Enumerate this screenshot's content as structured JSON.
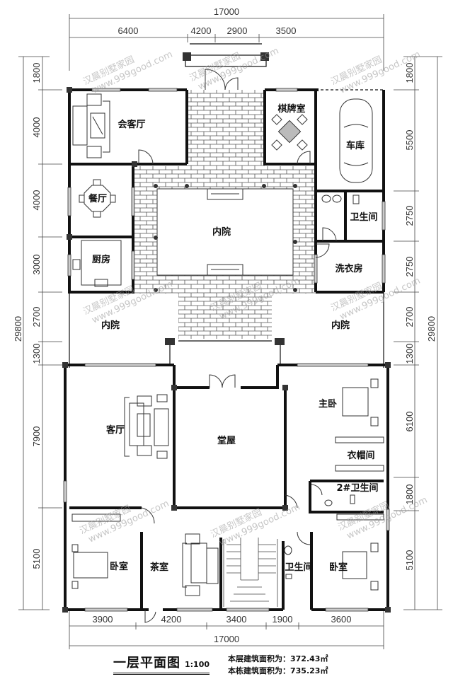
{
  "drawing": {
    "title": "一层平面图",
    "scale": "1:100",
    "area_floor_label": "本层建筑面积为：",
    "area_floor_value": "372.43㎡",
    "area_total_label": "本栋建筑面积为：",
    "area_total_value": "735.23㎡"
  },
  "dimensions": {
    "top_total": "17000",
    "top_segments": [
      "6400",
      "4200",
      "2900",
      "3500"
    ],
    "bottom_segments": [
      "3900",
      "4200",
      "3400",
      "1900",
      "3600"
    ],
    "bottom_total": "17000",
    "left_total": "29800",
    "left_segments": [
      "1800",
      "4000",
      "4000",
      "3000",
      "2700",
      "1300",
      "7900",
      "5100"
    ],
    "right_total": "29800",
    "right_segments": [
      "1800",
      "5500",
      "2750",
      "2750",
      "2700",
      "1300",
      "6100",
      "1800",
      "5100"
    ]
  },
  "rooms": {
    "reception": "会客厅",
    "chess_room": "棋牌室",
    "garage": "车库",
    "dining": "餐厅",
    "kitchen": "厨房",
    "courtyard_center": "内院",
    "bathroom_ne": "卫生间",
    "laundry": "洗衣房",
    "courtyard_left": "内院",
    "courtyard_right": "内院",
    "living": "客厅",
    "main_hall": "堂屋",
    "master_bedroom": "主卧",
    "closet": "衣帽间",
    "bathroom_2": "2#卫生间",
    "bedroom_sw": "卧室",
    "tea_room": "茶室",
    "bathroom_s": "卫生间",
    "bedroom_se": "卧室"
  },
  "watermark": {
    "line1": "汉晨别墅家园",
    "line2": "www.999good.com"
  }
}
